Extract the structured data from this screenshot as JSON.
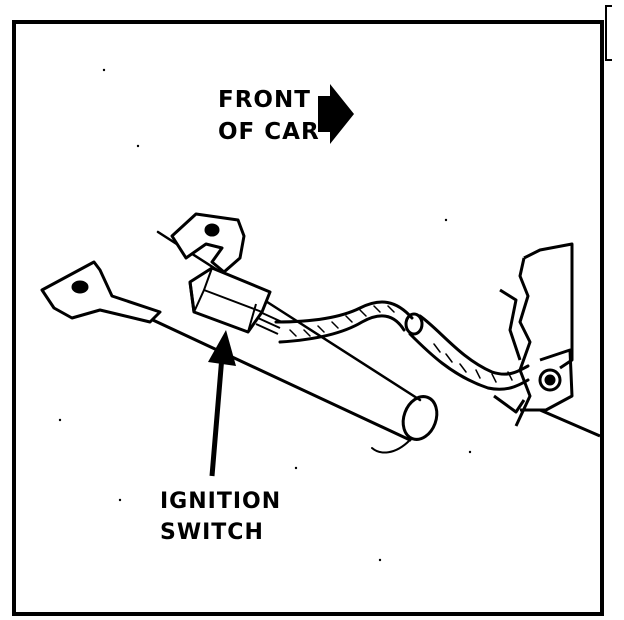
{
  "labels": {
    "direction": {
      "line1": "FRONT",
      "line2": "OF CAR"
    },
    "component": {
      "line1": "IGNITION",
      "line2": "SWITCH"
    }
  },
  "colors": {
    "ink": "#000000",
    "paper": "#ffffff"
  },
  "icons": [
    "right-arrow-icon",
    "pointer-arrow-icon"
  ]
}
